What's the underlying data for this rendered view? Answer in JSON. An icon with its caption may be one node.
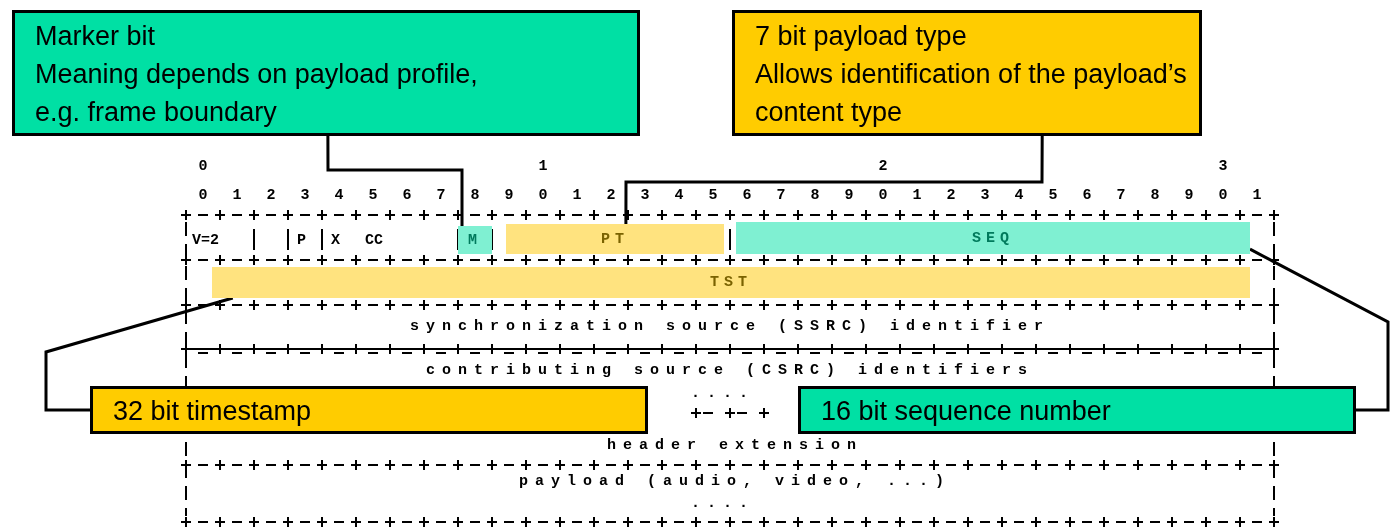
{
  "diagram": {
    "nodes": [
      {
        "text": [
          "Marker bit",
          "Meaning depends on payload profile, e.g. frame boundary"
        ]
      },
      {
        "text": [
          "7 bit payload type",
          "Allows identification of the payload’s content type"
        ]
      },
      {
        "text": [
          "M"
        ]
      },
      {
        "text": [
          "PT"
        ]
      },
      {
        "text": [
          "SEQ"
        ]
      },
      {
        "text": [
          "TST"
        ]
      },
      {
        "text": [
          "32 bit timestamp"
        ]
      },
      {
        "text": [
          "16 bit sequence number"
        ]
      }
    ],
    "edges": [
      {
        "from": 0,
        "to": 2,
        "arrow": "none"
      },
      {
        "from": 1,
        "to": 3,
        "arrow": "none"
      },
      {
        "from": 6,
        "to": 5,
        "arrow": "none"
      },
      {
        "from": 7,
        "to": 4,
        "arrow": "none"
      }
    ],
    "labels": [
      "0",
      "1",
      "2",
      "3",
      "0",
      "1",
      "2",
      "3",
      "4",
      "5",
      "6",
      "7",
      "8",
      "9",
      "0",
      "1",
      "2",
      "3",
      "4",
      "5",
      "6",
      "7",
      "8",
      "9",
      "0",
      "1",
      "2",
      "3",
      "4",
      "5",
      "6",
      "7",
      "8",
      "9",
      "0",
      "1",
      "V=2",
      "P",
      "X",
      "CC",
      "synchronization source (SSRC) identifier",
      "contributing source (CSRC) identifiers",
      "....",
      "header extension",
      "payload (audio, video, ...)",
      "...."
    ]
  }
}
